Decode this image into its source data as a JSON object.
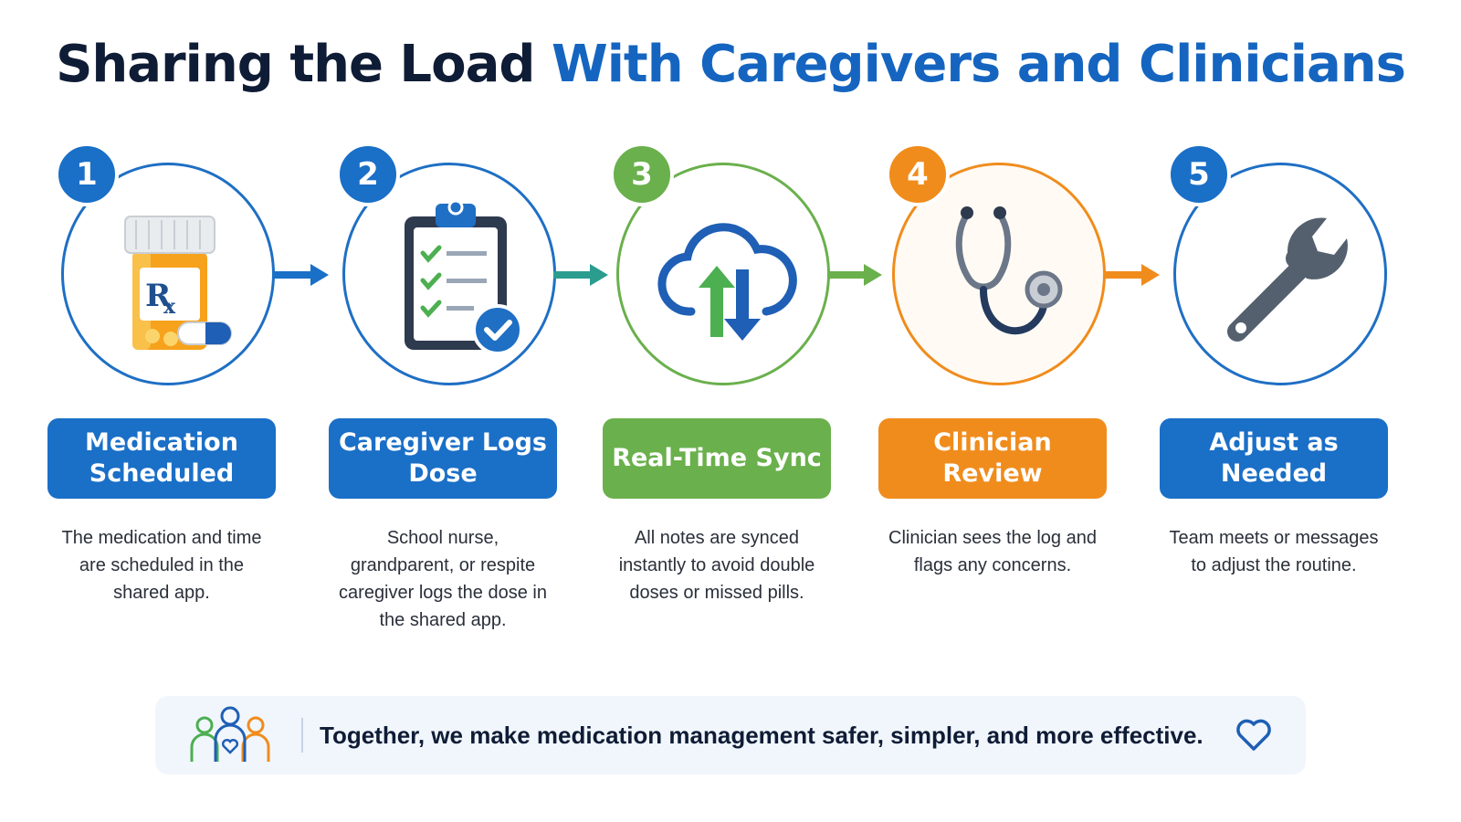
{
  "title": {
    "part1": "Sharing the Load",
    "part2": "With Caregivers and Clinicians"
  },
  "colors": {
    "blue": "#1565c0",
    "green": "#6ab04c",
    "orange": "#f08c1c",
    "navy": "#0f1c36"
  },
  "steps": [
    {
      "number": "1",
      "label": "Medication Scheduled",
      "description": "The medication and time are scheduled in the shared app.",
      "icon": "pill-bottle-icon",
      "color": "#1a6fc7"
    },
    {
      "number": "2",
      "label": "Caregiver Logs Dose",
      "description": "School nurse, grandparent, or respite caregiver logs the dose in the shared app.",
      "icon": "clipboard-checklist-icon",
      "color": "#1a6fc7"
    },
    {
      "number": "3",
      "label": "Real-Time Sync",
      "description": "All notes are synced instantly to avoid double doses or missed pills.",
      "icon": "cloud-sync-icon",
      "color": "#6ab04c"
    },
    {
      "number": "4",
      "label": "Clinician Review",
      "description": "Clinician sees the log and flags any concerns.",
      "icon": "stethoscope-icon",
      "color": "#f08c1c"
    },
    {
      "number": "5",
      "label": "Adjust as Needed",
      "description": "Team meets or messages to adjust the routine.",
      "icon": "wrench-icon",
      "color": "#1a6fc7"
    }
  ],
  "footer": {
    "text": "Together, we make medication management safer, simpler, and more effective.",
    "icons": [
      "family-icon",
      "heart-icon"
    ]
  }
}
